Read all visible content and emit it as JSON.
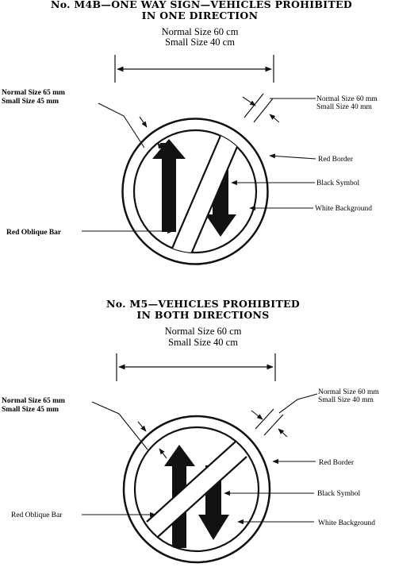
{
  "diagrams": [
    {
      "title_line1": "No. M4B—ONE WAY SIGN—VEHICLES PROHIBITED",
      "title_line2": "IN ONE DIRECTION",
      "size_normal": "Normal Size 60 cm",
      "size_small": "Small    Size 40 cm",
      "border_normal": "Normal Size 65 mm",
      "border_small": "Small  Size 45 mm",
      "bar_normal": "Normal Size 60 mm",
      "bar_small": "Small  Size 40 mm",
      "red_border": "Red Border",
      "black_symbol": "Black Symbol",
      "white_background": "White Background",
      "red_oblique_bar": "Red Oblique Bar"
    },
    {
      "title_line1": "No. M5—VEHICLES PROHIBITED",
      "title_line2": "IN BOTH DIRECTIONS",
      "size_normal": "Normal  Size  60 cm",
      "size_small": "Small    Size  40 cm",
      "border_normal": "Normal Size 65 mm",
      "border_small": "Small   Size 45 mm",
      "bar_normal": "Normal Size 60 mm",
      "bar_small": "Small    Size 40 mm",
      "red_border": "Red Border",
      "black_symbol": "Black Symbol",
      "white_background": "White Background",
      "red_oblique_bar": "Red Oblique Bar"
    }
  ]
}
